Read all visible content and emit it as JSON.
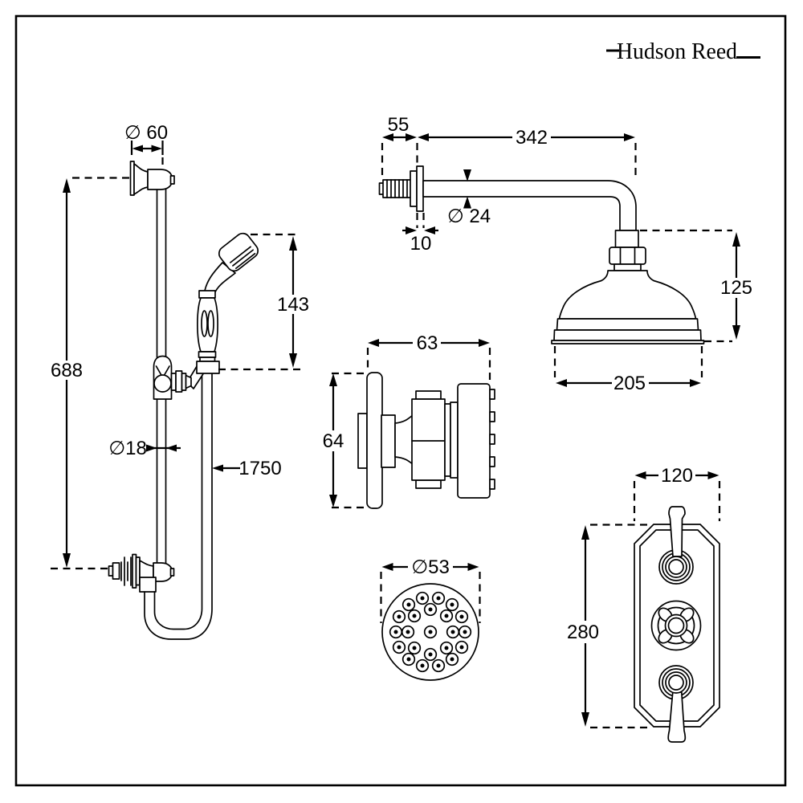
{
  "brand": {
    "name": "Hudson Reed"
  },
  "views": {
    "slide_rail": {
      "dims": {
        "bracket_diameter": "∅ 60",
        "rail_height": "688",
        "handset_height": "143",
        "rail_diameter": "∅18",
        "hose_length": "1750"
      }
    },
    "arm_head": {
      "dims": {
        "wall_fixing_depth": "55",
        "arm_length": "342",
        "arm_diameter": "∅ 24",
        "flange_depth": "10",
        "head_height": "125",
        "head_diameter": "205"
      }
    },
    "body_jet_side": {
      "dims": {
        "width": "63",
        "height": "64"
      }
    },
    "body_jet_front": {
      "dims": {
        "face_diameter": "∅53"
      }
    },
    "valve": {
      "dims": {
        "plate_width": "120",
        "plate_height": "280"
      }
    }
  }
}
